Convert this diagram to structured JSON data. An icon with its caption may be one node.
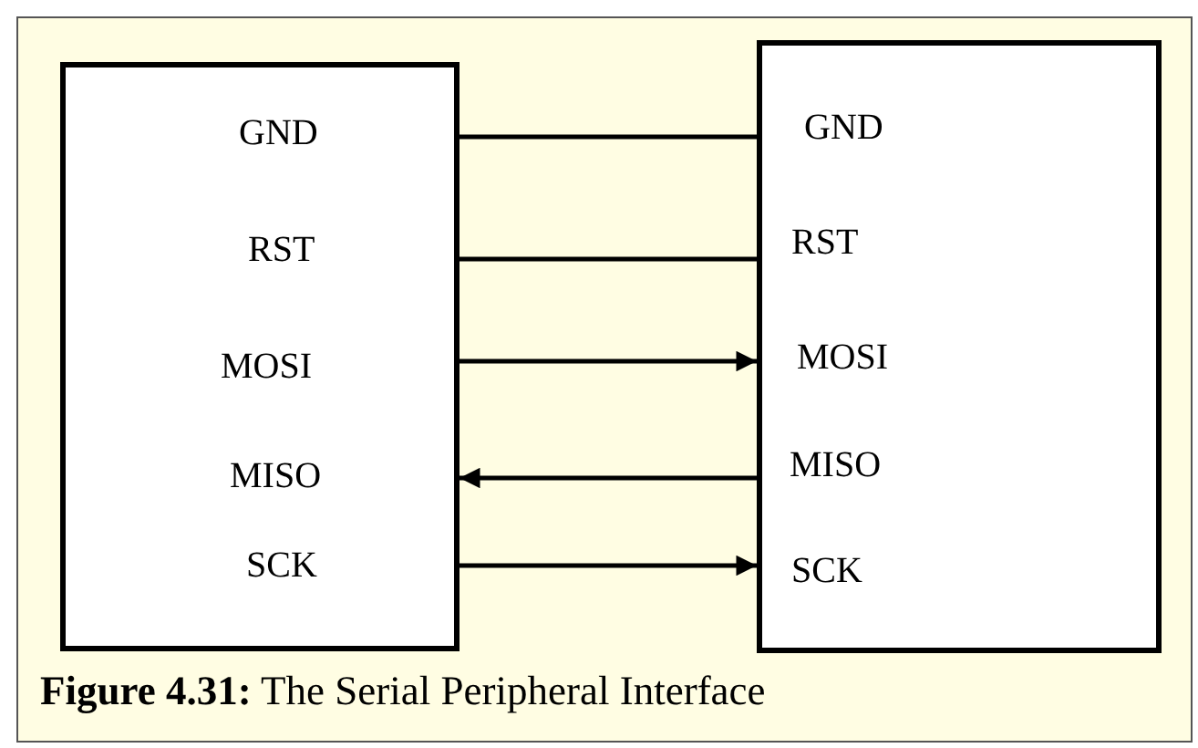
{
  "diagram": {
    "caption": "**Figure 4.31:** The Serial Peripheral Interface",
    "nodes": [
      {
        "text": [],
        "shape": "box"
      },
      {
        "text": [],
        "shape": "box"
      }
    ],
    "edges": [
      {
        "from": 0,
        "to": 1,
        "arrow": "none"
      },
      {
        "from": 0,
        "to": 1,
        "arrow": "none"
      },
      {
        "from": 0,
        "to": 1,
        "arrow": "to"
      },
      {
        "from": 1,
        "to": 0,
        "arrow": "to"
      },
      {
        "from": 0,
        "to": 1,
        "arrow": "to"
      }
    ],
    "labels": [
      "GND",
      "GND",
      "RST",
      "RST",
      "MOSI",
      "MOSI",
      "MISO",
      "MISO",
      "SCK",
      "SCK"
    ]
  }
}
